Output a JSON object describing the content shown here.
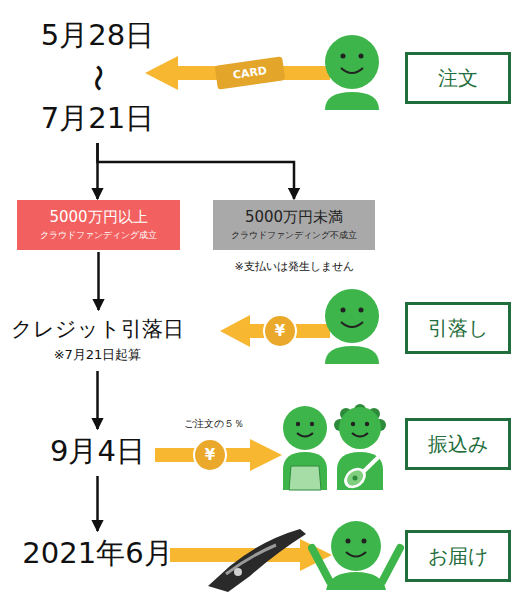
{
  "diagram": {
    "nodes": [
      {
        "text": [
          "5月28日"
        ]
      },
      {
        "text": [
          "注文"
        ]
      },
      {
        "text": [
          "7月21日"
        ]
      },
      {
        "text": [
          "5000万円以上",
          "クラウドファンディング成立"
        ]
      },
      {
        "text": [
          "5000万円未満",
          "クラウドファンディング不成立"
        ]
      },
      {
        "text": [
          "クレジット引落日",
          "※7月21日起算"
        ]
      },
      {
        "text": [
          "引落し"
        ]
      },
      {
        "text": [
          "9月4日"
        ]
      },
      {
        "text": [
          "振込み"
        ]
      },
      {
        "text": [
          "2021年6月"
        ]
      },
      {
        "text": [
          "お届け"
        ]
      }
    ],
    "edges": [
      {
        "from": 2,
        "to": 3,
        "arrow": "to"
      },
      {
        "from": 2,
        "to": 4,
        "arrow": "to"
      },
      {
        "from": 3,
        "to": 5,
        "arrow": "to"
      },
      {
        "from": 5,
        "to": 7,
        "arrow": "to"
      },
      {
        "from": 7,
        "to": 9,
        "arrow": "to"
      }
    ],
    "labels": [
      "〜",
      "CARD",
      "※支払いは発生しません",
      "¥",
      "ご注文の５％",
      "¥"
    ]
  }
}
